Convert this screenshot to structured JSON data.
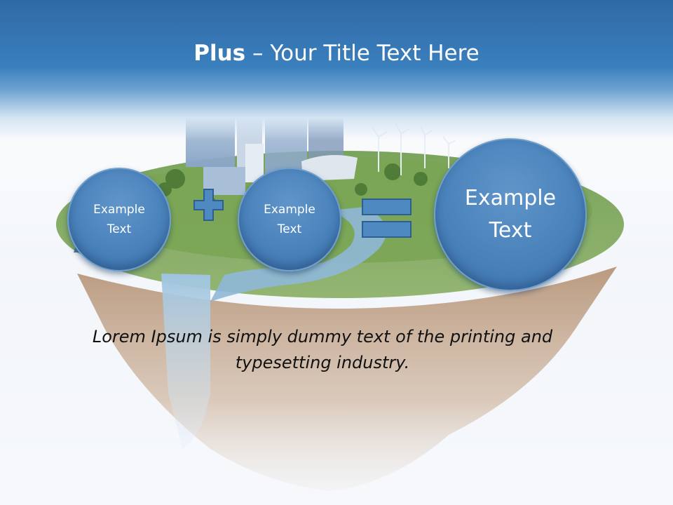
{
  "slide": {
    "title_bold": "Plus",
    "title_rest": " – Your Title Text Here",
    "circle_left": "Example Text",
    "circle_middle": "Example Text",
    "circle_result": "Example Text",
    "body_text": "Lorem Ipsum is simply dummy text of the printing and typesetting industry."
  },
  "colors": {
    "header": "#3a7fbd",
    "circle": "#4a82bb",
    "operator": "#4f89c2"
  },
  "icons": [
    "plus-icon",
    "equals-icon"
  ]
}
